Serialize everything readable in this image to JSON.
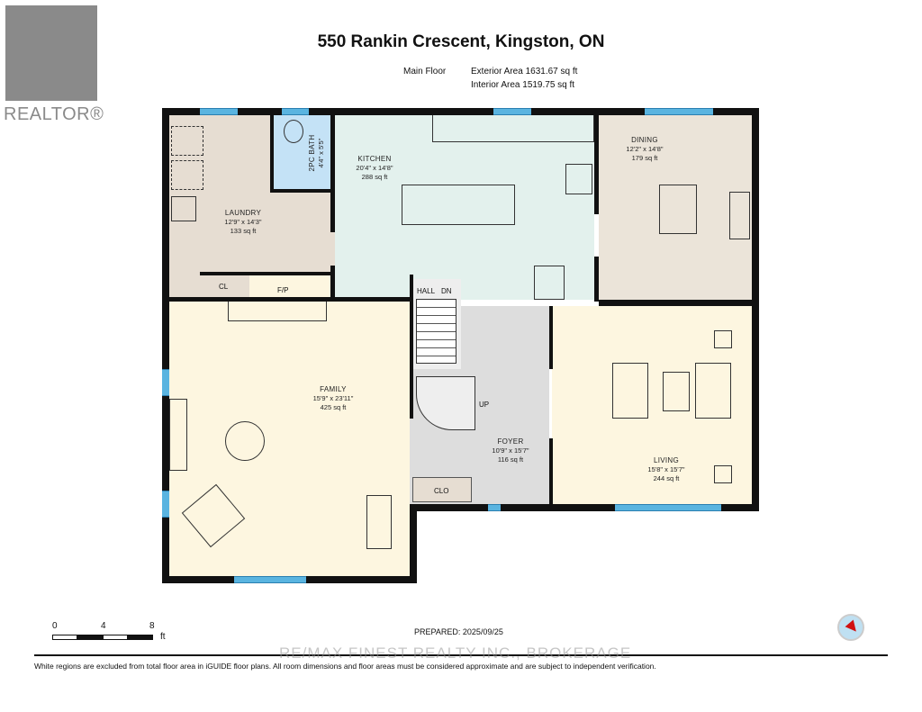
{
  "logo": {
    "text": "REALTOR®"
  },
  "header": {
    "title": "550 Rankin Crescent, Kingston, ON",
    "floor": "Main Floor",
    "exterior_area": "Exterior Area 1631.67 sq ft",
    "interior_area": "Interior Area 1519.75 sq ft"
  },
  "rooms": {
    "laundry": {
      "name": "LAUNDRY",
      "dims": "12'9\" x 14'3\"",
      "area": "133 sq ft"
    },
    "bath": {
      "name": "2PC BATH",
      "dims": "4'4\" x 5'5\""
    },
    "kitchen": {
      "name": "KITCHEN",
      "dims": "20'4\" x 14'8\"",
      "area": "288 sq ft"
    },
    "dining": {
      "name": "DINING",
      "dims": "12'2\" x 14'8\"",
      "area": "179 sq ft"
    },
    "family": {
      "name": "FAMILY",
      "dims": "15'9\" x 23'11\"",
      "area": "425 sq ft"
    },
    "foyer": {
      "name": "FOYER",
      "dims": "10'9\" x 15'7\"",
      "area": "116 sq ft"
    },
    "living": {
      "name": "LIVING",
      "dims": "15'8\" x 15'7\"",
      "area": "244 sq ft"
    },
    "cl": "CL",
    "fp": "F/P",
    "hall": "HALL",
    "dn": "DN",
    "up": "UP",
    "clo": "CLO"
  },
  "scale": {
    "t0": "0",
    "t4": "4",
    "t8": "8",
    "unit": "ft"
  },
  "prepared": "PREPARED: 2025/09/25",
  "watermark": "RE/MAX FINEST REALTY INC., BROKERAGE",
  "footer": "White regions are excluded from total floor area in iGUIDE floor plans. All room dimensions and floor areas must be considered approximate and are subject to independent verification."
}
